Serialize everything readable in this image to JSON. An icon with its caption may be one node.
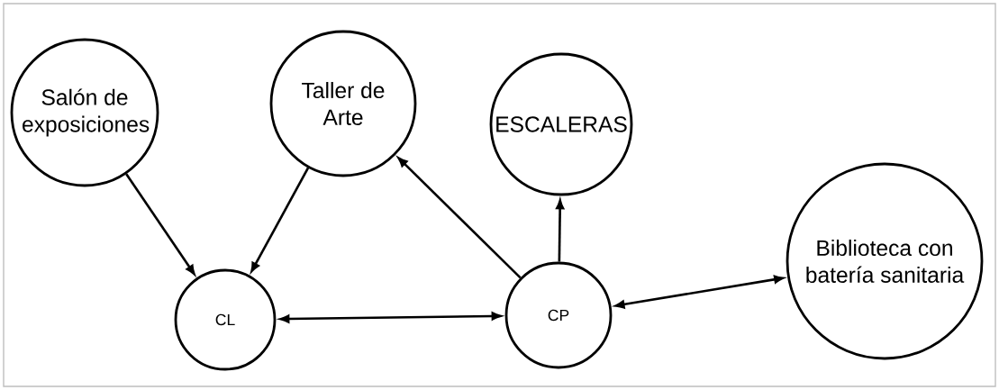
{
  "diagram": {
    "nodes": [
      {
        "text": [
          "Salón de exposiciones"
        ]
      },
      {
        "text": [
          "Taller de Arte"
        ]
      },
      {
        "text": [
          "ESCALERAS"
        ]
      },
      {
        "text": [
          "CL"
        ]
      },
      {
        "text": [
          "CP"
        ]
      },
      {
        "text": [
          "Biblioteca con batería sanitaria"
        ]
      }
    ],
    "edges": [
      {
        "from": 0,
        "to": 3,
        "arrow": "to"
      },
      {
        "from": 1,
        "to": 3,
        "arrow": "to"
      },
      {
        "from": 4,
        "to": 1,
        "arrow": "to"
      },
      {
        "from": 4,
        "to": 2,
        "arrow": "to"
      },
      {
        "from": 3,
        "to": 4,
        "arrow": "both"
      },
      {
        "from": 4,
        "to": 5,
        "arrow": "both"
      }
    ]
  }
}
